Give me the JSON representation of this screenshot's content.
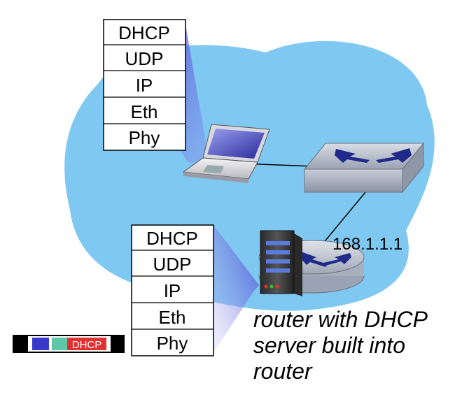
{
  "client_stack": {
    "layers": [
      "DHCP",
      "UDP",
      "IP",
      "Eth",
      "Phy"
    ]
  },
  "server_stack": {
    "layers": [
      "DHCP",
      "UDP",
      "IP",
      "Eth",
      "Phy"
    ]
  },
  "router_ip": "168.1.1.1",
  "caption": {
    "lines": [
      "router with DHCP",
      "server built into",
      "router"
    ]
  },
  "packet": {
    "label": "DHCP"
  },
  "colors": {
    "cloud": "#7ec8f2",
    "stack_shadow": "#6a6ad8",
    "packet_blue": "#3a3ac8",
    "packet_teal": "#5cc8a8",
    "packet_red": "#e03030"
  },
  "icons": [
    "laptop-icon",
    "switch-icon",
    "router-icon",
    "server-icon"
  ]
}
